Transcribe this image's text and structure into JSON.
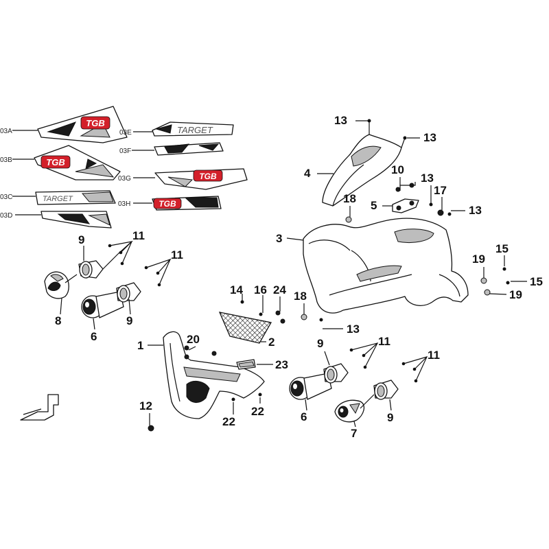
{
  "decals": [
    {
      "code": "03A",
      "logo": "TGB"
    },
    {
      "code": "03B",
      "logo": "TGB"
    },
    {
      "code": "03C",
      "logo": "TARGET"
    },
    {
      "code": "03D",
      "logo": ""
    },
    {
      "code": "03E",
      "logo": "TARGET"
    },
    {
      "code": "03F",
      "logo": ""
    },
    {
      "code": "03G",
      "logo": "TGB"
    },
    {
      "code": "03H",
      "logo": "TGB"
    }
  ],
  "callouts": [
    "1",
    "2",
    "3",
    "4",
    "5",
    "6",
    "7",
    "8",
    "9",
    "10",
    "11",
    "12",
    "13",
    "14",
    "15",
    "16",
    "17",
    "18",
    "19",
    "20",
    "22",
    "23",
    "24"
  ],
  "colors": {
    "ink": "#111111",
    "brand_red": "#d3202a",
    "shade": "#bdbdbd"
  }
}
